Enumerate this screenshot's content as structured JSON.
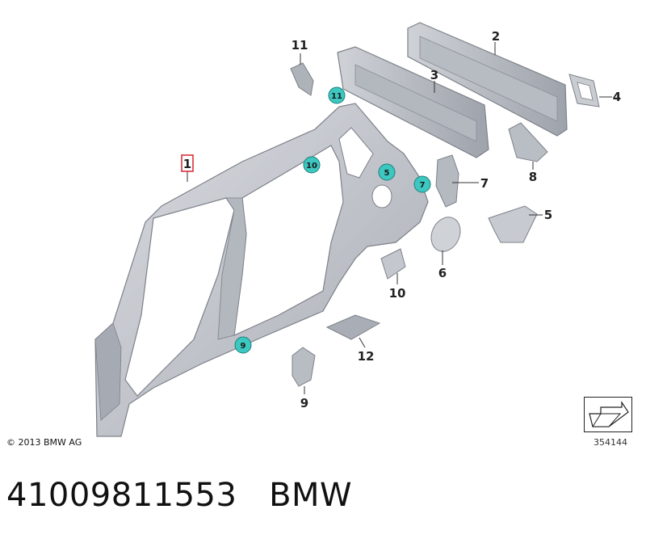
{
  "parts": {
    "p1": "1",
    "p2": "2",
    "p3": "3",
    "p4": "4",
    "p5": "5",
    "p6": "6",
    "p7": "7",
    "p8": "8",
    "p9": "9",
    "p10": "10",
    "p11": "11",
    "p12": "12"
  },
  "callouts": {
    "c11": "11",
    "c10": "10",
    "c5": "5",
    "c7": "7",
    "c9": "9"
  },
  "copyright": "© 2013 BMW AG",
  "ref_number": "354144",
  "footer": "41009811553   BMW",
  "colors": {
    "callout_fill": "#3cc7c0",
    "highlight": "#d9232d",
    "part": "#c4c7cd"
  }
}
